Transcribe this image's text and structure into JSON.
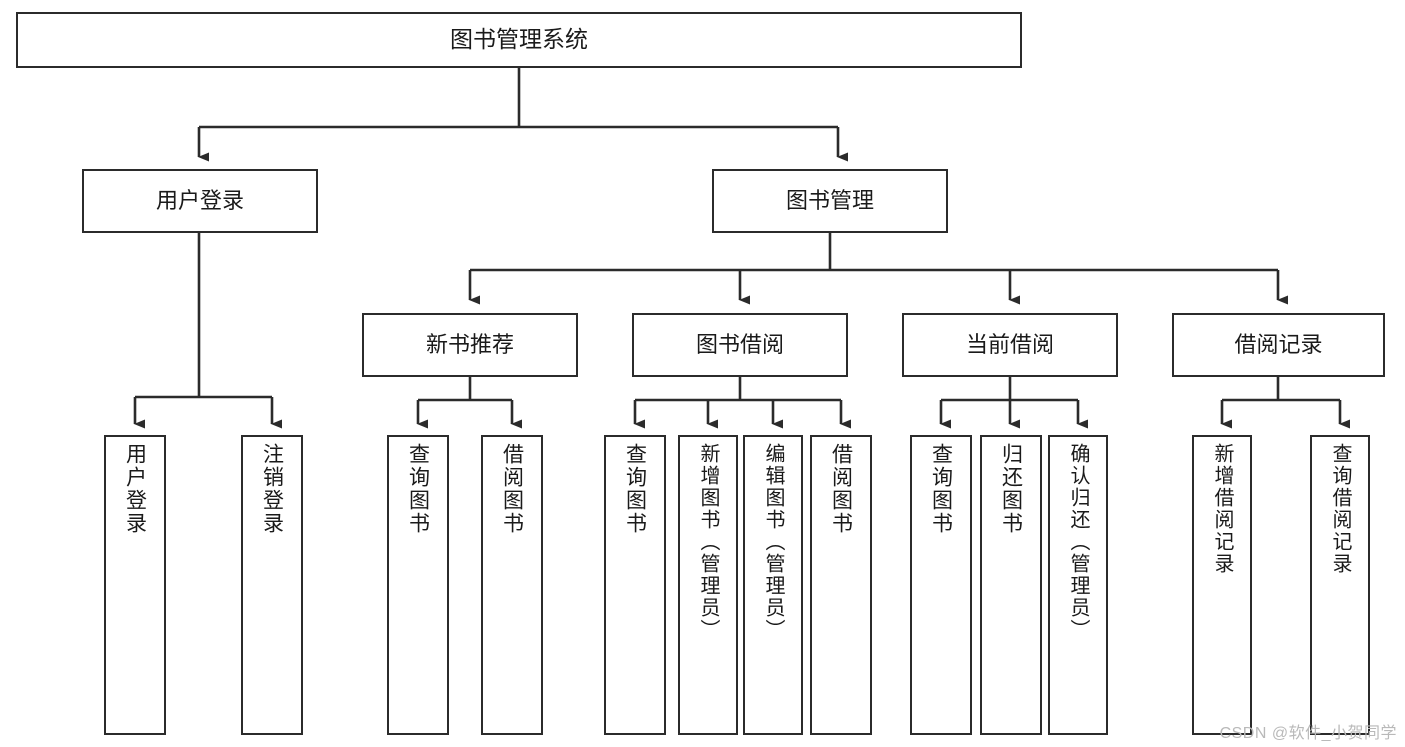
{
  "diagram": {
    "title": "图书管理系统",
    "type": "tree-hierarchy",
    "style": {
      "box_border_color": "#2b2b2b",
      "box_fill_color": "#ffffff",
      "connector_color": "#2b2b2b",
      "background_color": "#ffffff",
      "watermark_color": "#b9b9b9"
    }
  },
  "root": {
    "label": "图书管理系统"
  },
  "level1": [
    {
      "label": "用户登录"
    },
    {
      "label": "图书管理"
    }
  ],
  "level2": [
    {
      "label": "新书推荐"
    },
    {
      "label": "图书借阅"
    },
    {
      "label": "当前借阅"
    },
    {
      "label": "借阅记录"
    }
  ],
  "leaves": {
    "user_login": [
      {
        "label": "用户登录"
      },
      {
        "label": "注销登录"
      }
    ],
    "new_book_recommend": [
      {
        "label": "查询图书"
      },
      {
        "label": "借阅图书"
      }
    ],
    "book_borrow": [
      {
        "label": "查询图书"
      },
      {
        "label": "新增图书（管理员）"
      },
      {
        "label": "编辑图书（管理员）"
      },
      {
        "label": "借阅图书"
      }
    ],
    "current_borrow": [
      {
        "label": "查询图书"
      },
      {
        "label": "归还图书"
      },
      {
        "label": "确认归还（管理员）"
      }
    ],
    "borrow_records": [
      {
        "label": "新增借阅记录"
      },
      {
        "label": "查询借阅记录"
      }
    ]
  },
  "watermark": {
    "text": "CSDN @软件_小贺同学"
  }
}
